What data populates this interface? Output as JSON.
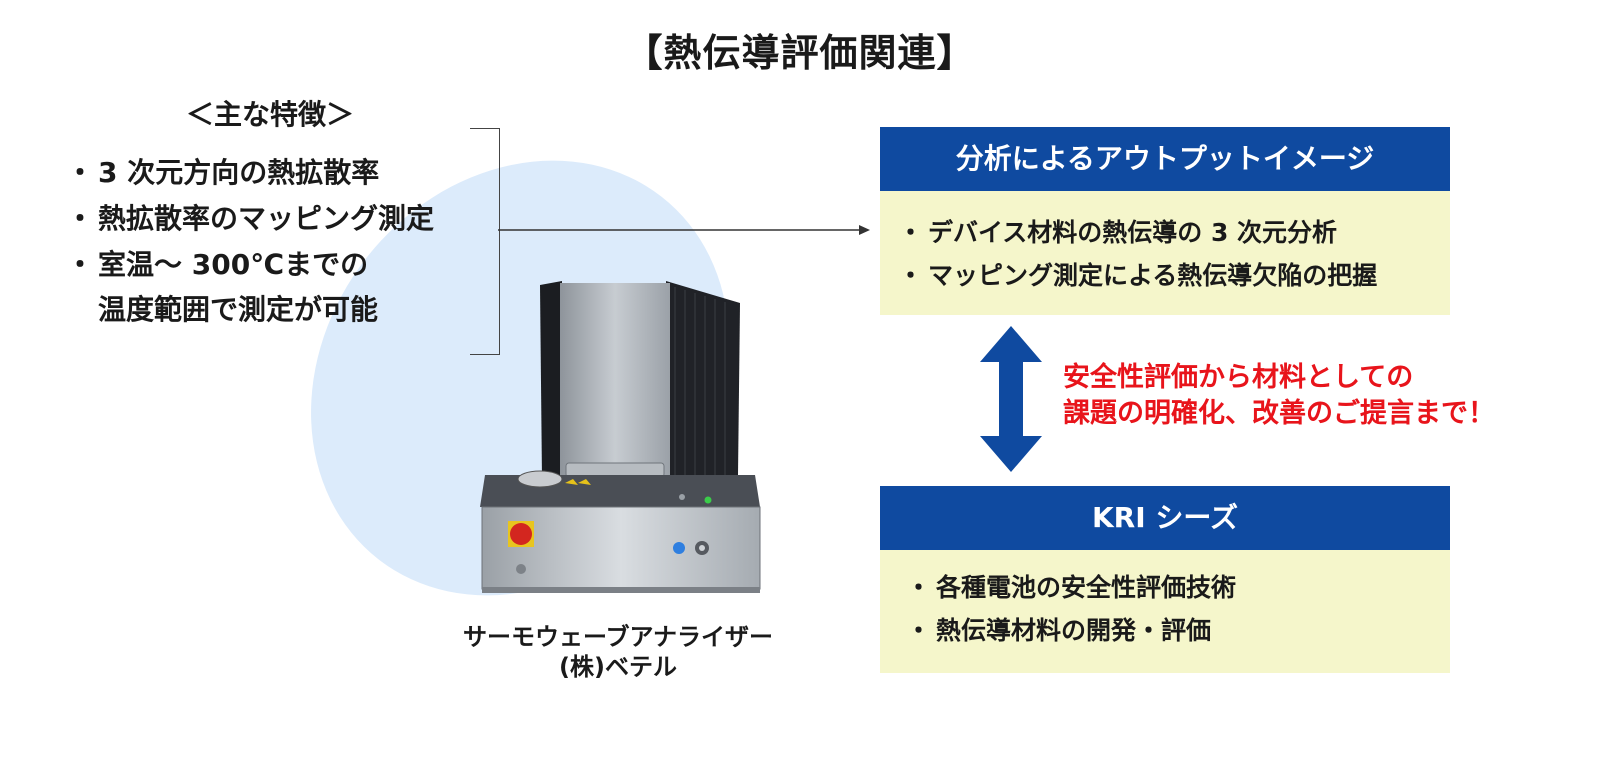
{
  "title": "【熱伝導評価関連】",
  "features": {
    "heading": "＜主な特徴＞",
    "items": [
      {
        "line1": "3 次元方向の熱拡散率"
      },
      {
        "line1": "熱拡散率のマッピング測定"
      },
      {
        "line1": "室温～ 300℃までの",
        "line2": "温度範囲で測定が可能"
      }
    ]
  },
  "device": {
    "name": "サーモウェーブアナライザー",
    "maker": "(株)ベテル"
  },
  "output_box": {
    "header": "分析によるアウトプットイメージ",
    "items": [
      "デバイス材料の熱伝導の 3 次元分析",
      "マッピング測定による熱伝導欠陥の把握"
    ]
  },
  "message": {
    "line1": "安全性評価から材料としての",
    "line2": "課題の明確化、改善のご提言まで！"
  },
  "kri_box": {
    "header": "KRI シーズ",
    "items": [
      "各種電池の安全性評価技術",
      "熱伝導材料の開発・評価"
    ]
  },
  "colors": {
    "header_blue": "#0f4aa0",
    "box_yellow": "#f5f6cb",
    "accent_red": "#e8141b",
    "ellipse_blue": "#dcebfb"
  }
}
